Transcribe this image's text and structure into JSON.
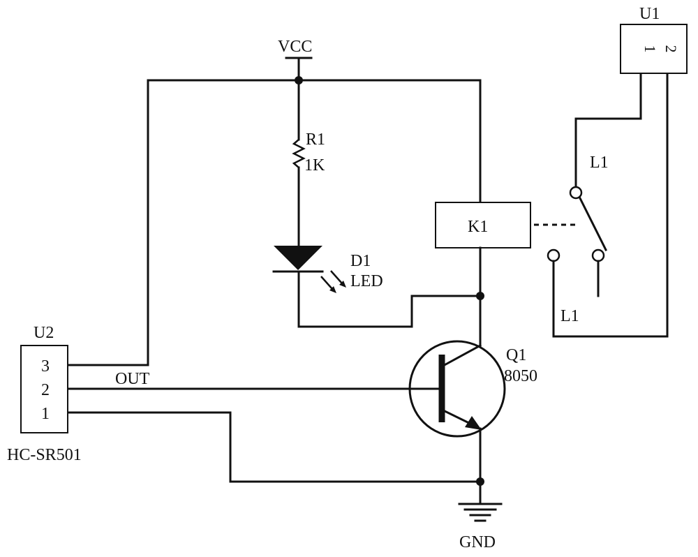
{
  "power": {
    "vcc_label": "VCC",
    "gnd_label": "GND"
  },
  "resistor": {
    "ref": "R1",
    "value": "1K"
  },
  "led": {
    "ref": "D1",
    "value": "LED"
  },
  "relay": {
    "ref": "K1"
  },
  "transistor": {
    "ref": "Q1",
    "value": "8050"
  },
  "sensor": {
    "ref": "U2",
    "part": "HC-SR501",
    "pins": [
      "3",
      "2",
      "1"
    ],
    "out_label": "OUT"
  },
  "connector": {
    "ref": "U1",
    "pins": [
      "1",
      "2"
    ]
  },
  "lamp_contacts": {
    "label_top": "L1",
    "label_bottom": "L1"
  }
}
